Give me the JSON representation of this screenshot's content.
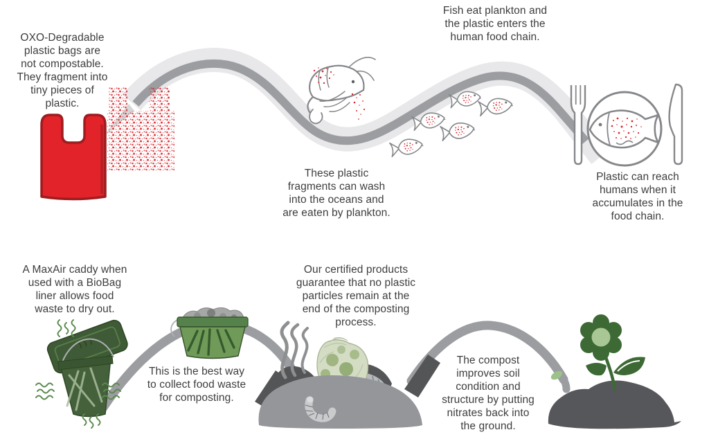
{
  "title": "OXO-degradable plastic vs compostable BioBag infographic",
  "top_flow": {
    "step1_text": "OXO-Degradable\nplastic bags are\nnot compostable.\nThey fragment into\ntiny pieces of\nplastic.",
    "step2_text": "These plastic\nfragments can wash\ninto the oceans and\nare eaten by plankton.",
    "step3_text": "Fish eat plankton and\nthe plastic enters the\nhuman food chain.",
    "step4_text": "Plastic can reach\nhumans when it\naccumulates in the\nfood chain."
  },
  "bottom_flow": {
    "step1_text": "A MaxAir caddy when\nused with a BioBag\nliner allows food\nwaste to dry out.",
    "step2_text": "This is the best way\nto collect food waste\nfor composting.",
    "step3_text": "Our certified products\nguarantee that no plastic\nparticles remain at the\nend of the composting\nprocess.",
    "step4_text": "The compost\nimproves soil\ncondition and\nstructure by putting\nnitrates back into\nthe ground."
  },
  "icons": {
    "plastic_bag": "red-plastic-bag-icon",
    "fragmented_bag": "fragmented-bag-dots-icon",
    "plankton": "shrimp-plankton-icon",
    "fish_school": "fish-school-icon",
    "meal": "fork-plate-fish-knife-icon",
    "caddy_open": "maxair-caddy-open-icon",
    "caddy_full": "biobag-caddy-icon",
    "compost": "compost-pile-worms-icon",
    "flower": "flower-in-soil-icon"
  },
  "colors": {
    "bag_red": "#e2232a",
    "bag_red_dark": "#9e1c20",
    "fragment_red": "#d9262c",
    "ribbon_light": "#e8e8ea",
    "ribbon_gray": "#9b9da0",
    "outline_gray": "#85878a",
    "caddy_green_dark": "#3f5a36",
    "caddy_green_mid": "#6f9a58",
    "leaf_green": "#3c6934",
    "flower_center_green": "#a9c795",
    "soil_dark": "#565759",
    "soil_light": "#94969a",
    "text": "#3d3d3f"
  }
}
